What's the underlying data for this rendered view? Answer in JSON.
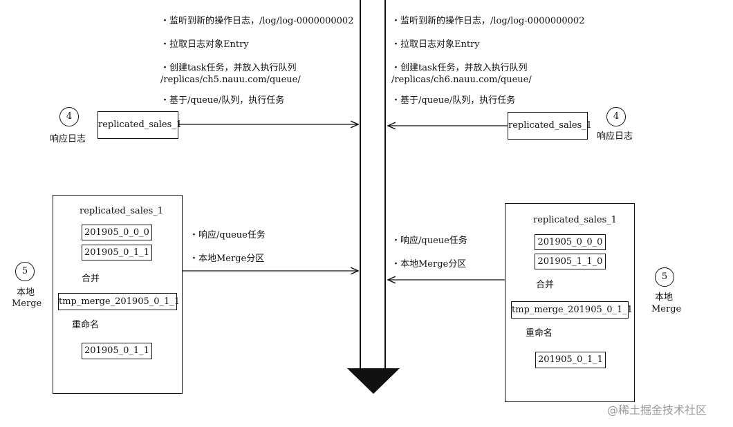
{
  "left": {
    "notes": {
      "n1": "・监听到新的操作日志，/log/log-0000000002",
      "n2": "・拉取日志对象Entry",
      "n3a": "・创建task任务，并放入执行队列",
      "n3b": "/replicas/ch5.nauu.com/queue/",
      "n4": "・基于/queue/队列，执行任务"
    },
    "step4": {
      "num": "4",
      "label": "响应日志",
      "box": "replicated_sales_1"
    },
    "step5": {
      "num": "5",
      "label1": "本地",
      "label2": "Merge",
      "table": "replicated_sales_1",
      "parts": [
        "201905_0_0_0",
        "201905_0_1_1"
      ],
      "merge_label": "合并",
      "tmp": "tmp_merge_201905_0_1_1",
      "rename_label": "重命名",
      "result": "201905_0_1_1"
    },
    "merge_notes": {
      "m1": "・响应/queue任务",
      "m2": "・本地Merge分区"
    }
  },
  "right": {
    "notes": {
      "n1": "・监听到新的操作日志，/log/log-0000000002",
      "n2": "・拉取日志对象Entry",
      "n3a": "・创建task任务，并放入执行队列",
      "n3b": "/replicas/ch6.nauu.com/queue/",
      "n4": "・基于/queue/队列，执行任务"
    },
    "step4": {
      "num": "4",
      "label": "响应日志",
      "box": "replicated_sales_1"
    },
    "step5": {
      "num": "5",
      "label1": "本地",
      "label2": "Merge",
      "table": "replicated_sales_1",
      "parts": [
        "201905_0_0_0",
        "201905_1_1_0"
      ],
      "merge_label": "合并",
      "tmp": "tmp_merge_201905_0_1_1",
      "rename_label": "重命名",
      "result": "201905_0_1_1"
    },
    "merge_notes": {
      "m1": "・响应/queue任务",
      "m2": "・本地Merge分区"
    }
  },
  "watermark": "@稀土掘金技术社区"
}
